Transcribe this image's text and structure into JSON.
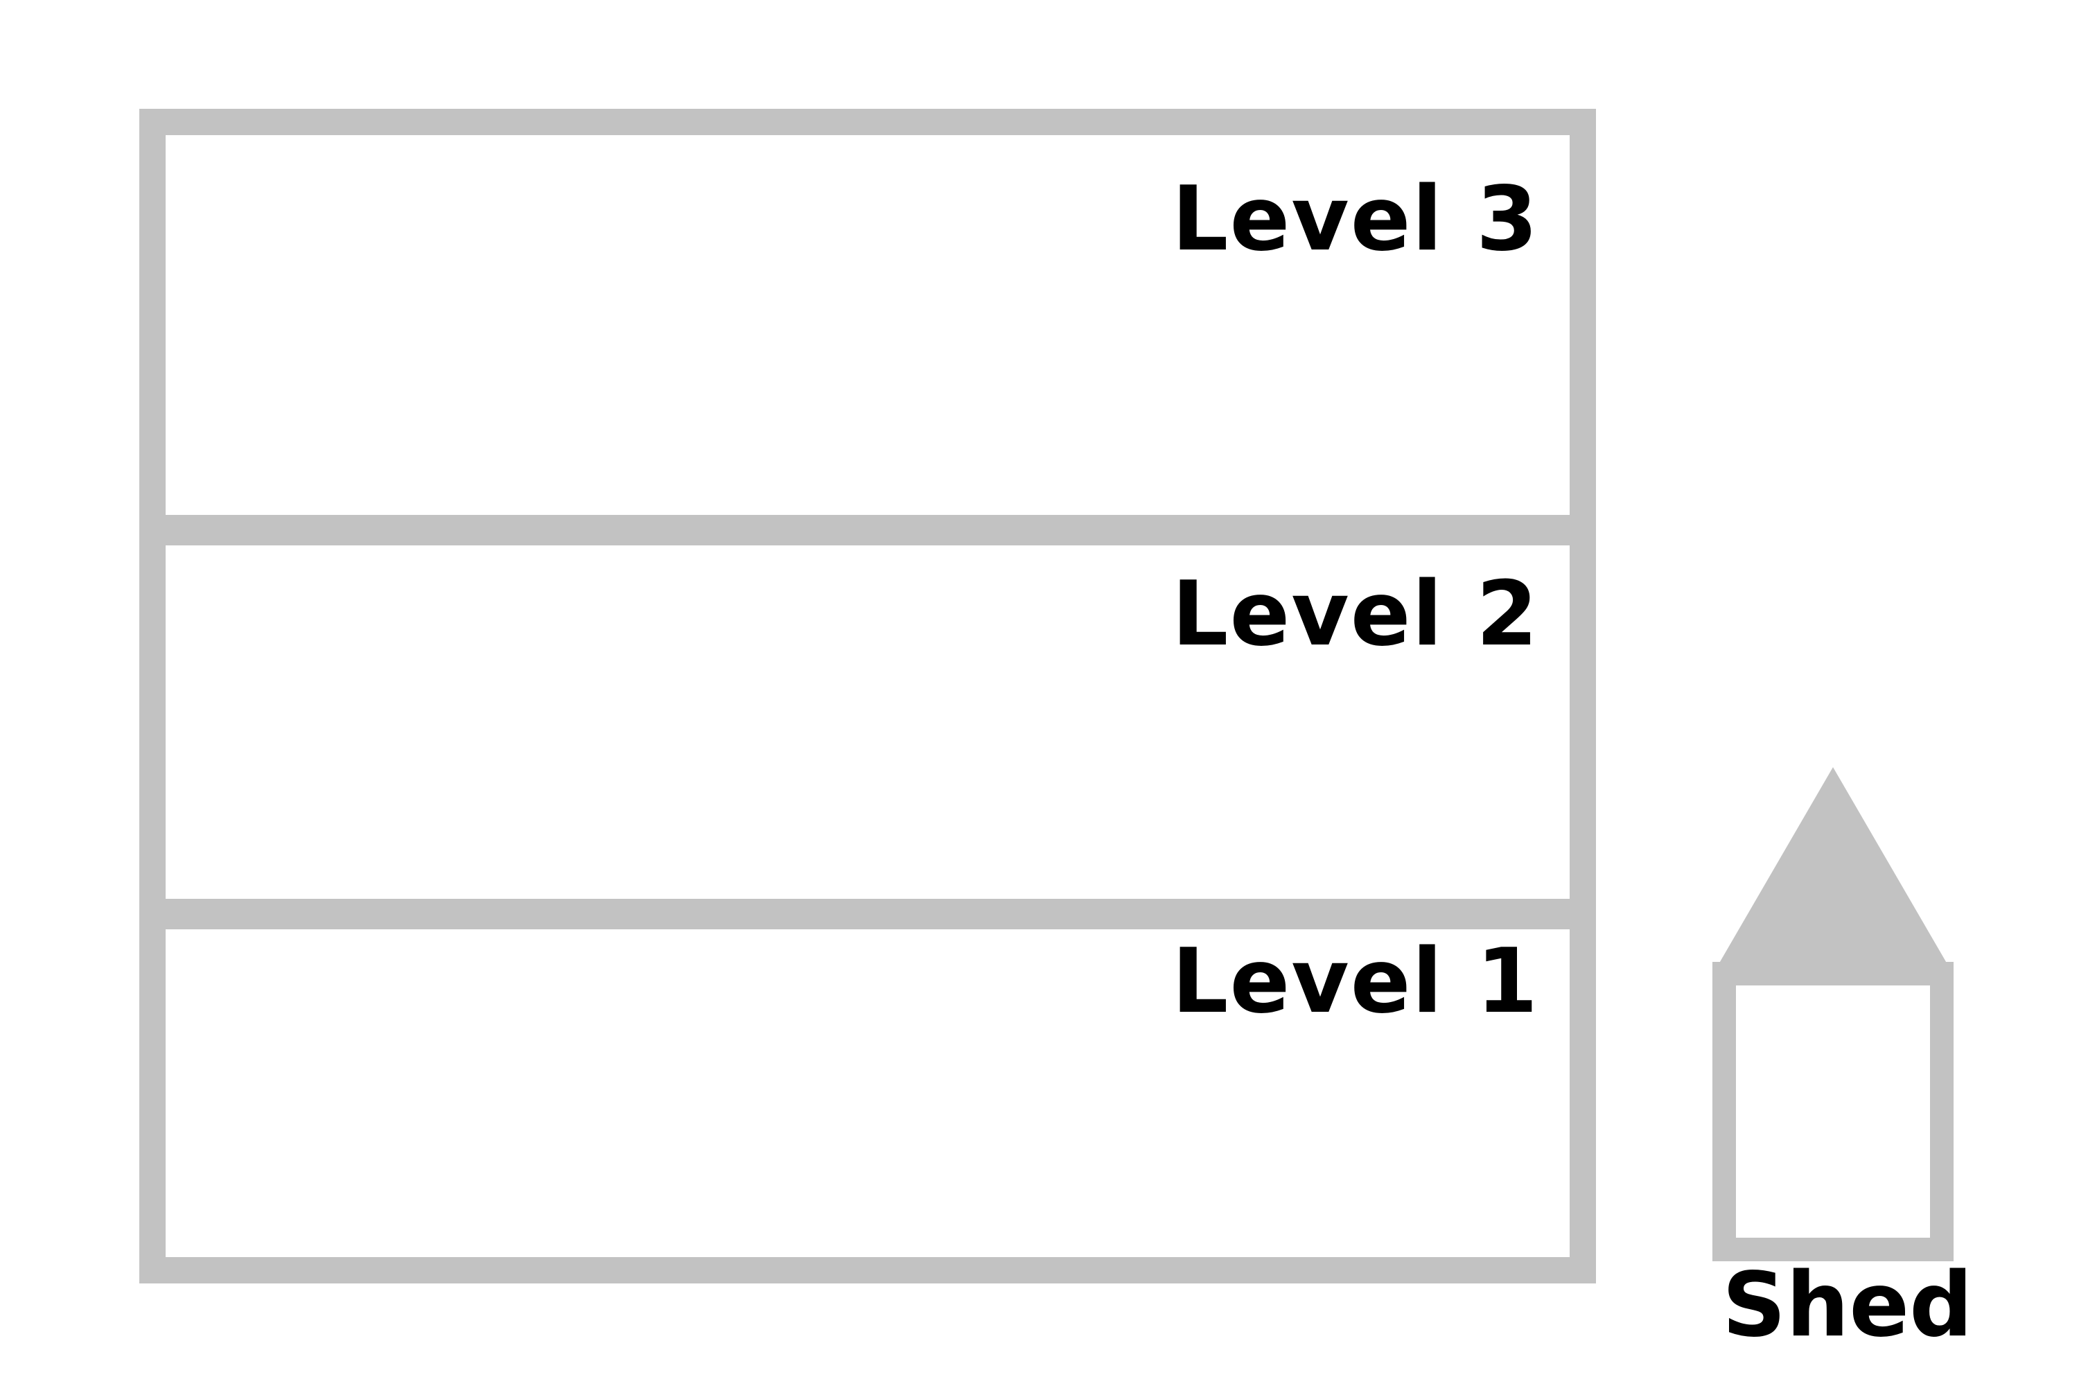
{
  "colors": {
    "frame": "#c2c2c2",
    "text": "#000000",
    "background": "#ffffff"
  },
  "building": {
    "levels": [
      {
        "label": "Level 3"
      },
      {
        "label": "Level 2"
      },
      {
        "label": "Level 1"
      }
    ]
  },
  "shed": {
    "label": "Shed"
  }
}
